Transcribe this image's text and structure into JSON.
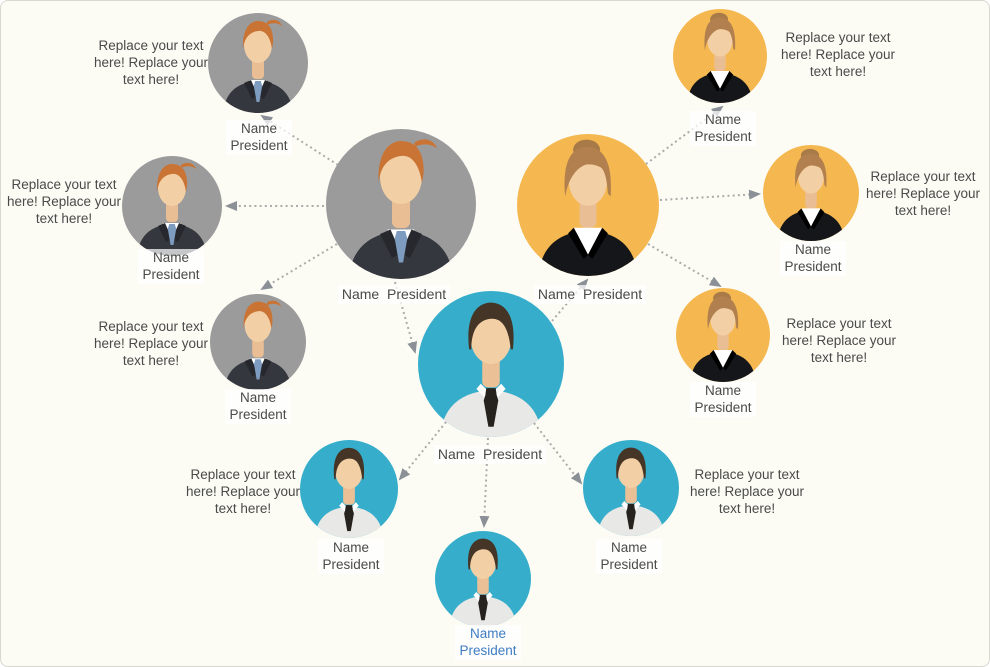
{
  "diagram": {
    "kind": "organization relationship chart",
    "background": "#FCFCF5",
    "border_color": "#D8D8D0"
  },
  "colors": {
    "gray_node": "#9B9B9B",
    "yellow_node": "#F5B850",
    "teal_node": "#36AECB",
    "connector_dots": "#ABABAB",
    "arrowhead": "#8A9096",
    "label_text": "#4A4A4A",
    "highlight_label_text": "#3E7CC4",
    "skin_tone": "#F3CFA5",
    "orange_hair": "#C97434",
    "brown_hair": "#B2804E",
    "dark_hair": "#453526"
  },
  "nodes": [
    {
      "id": "gray-leader",
      "cluster": "gray",
      "role": "leader",
      "label": "Name  President"
    },
    {
      "id": "gray-top",
      "cluster": "gray",
      "role": "satellite",
      "label": "Name\nPresident"
    },
    {
      "id": "gray-left",
      "cluster": "gray",
      "role": "satellite",
      "label": "Name\nPresident"
    },
    {
      "id": "gray-bottom",
      "cluster": "gray",
      "role": "satellite",
      "label": "Name\nPresident"
    },
    {
      "id": "yellow-leader",
      "cluster": "yellow",
      "role": "leader",
      "label": "Name  President"
    },
    {
      "id": "yellow-top",
      "cluster": "yellow",
      "role": "satellite",
      "label": "Name\nPresident"
    },
    {
      "id": "yellow-right",
      "cluster": "yellow",
      "role": "satellite",
      "label": "Name\nPresident"
    },
    {
      "id": "yellow-bottom",
      "cluster": "yellow",
      "role": "satellite",
      "label": "Name\nPresident"
    },
    {
      "id": "teal-leader",
      "cluster": "teal",
      "role": "leader",
      "label": "Name  President"
    },
    {
      "id": "teal-bottom-left",
      "cluster": "teal",
      "role": "satellite",
      "label": "Name\nPresident"
    },
    {
      "id": "teal-bottom-center",
      "cluster": "teal",
      "role": "satellite",
      "label": "Name\nPresident",
      "highlighted": true
    },
    {
      "id": "teal-bottom-right",
      "cluster": "teal",
      "role": "satellite",
      "label": "Name\nPresident"
    }
  ],
  "annotations": [
    {
      "id": "note-gray-top",
      "text": "Replace your text\nhere! Replace your\ntext here!"
    },
    {
      "id": "note-gray-left",
      "text": "Replace your text\nhere! Replace your\ntext here!"
    },
    {
      "id": "note-gray-bottom",
      "text": "Replace your text\nhere! Replace your\ntext here!"
    },
    {
      "id": "note-yellow-top",
      "text": "Replace your text\nhere! Replace your\ntext here!"
    },
    {
      "id": "note-yellow-right",
      "text": "Replace your text\nhere! Replace your\ntext here!"
    },
    {
      "id": "note-yellow-bottom",
      "text": "Replace your text\nhere! Replace your\ntext here!"
    },
    {
      "id": "note-teal-left",
      "text": "Replace your text\nhere! Replace your\ntext here!"
    },
    {
      "id": "note-teal-right",
      "text": "Replace your text\nhere! Replace your\ntext here!"
    }
  ]
}
